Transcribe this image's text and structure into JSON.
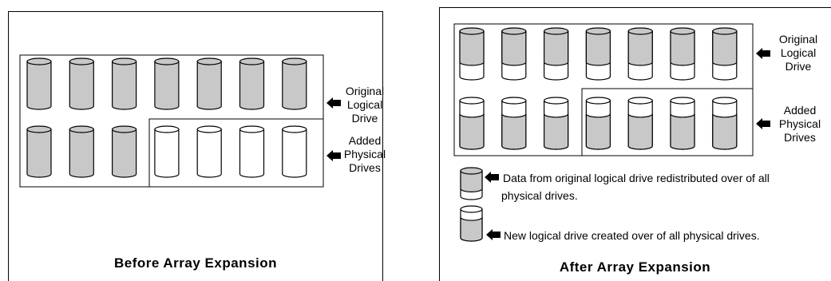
{
  "before": {
    "title": "Before Array Expansion",
    "original_label": [
      "Original",
      "Logical",
      "Drive"
    ],
    "added_label": [
      "Added",
      "Physical",
      "Drives"
    ]
  },
  "after": {
    "title": "After Array Expansion",
    "original_label": [
      "Original",
      "Logical",
      "Drive"
    ],
    "added_label": [
      "Added",
      "Physical",
      "Drives"
    ],
    "legend": {
      "item1_line1": "Data from original logical drive redistributed over of all",
      "item1_line2": "physical drives.",
      "item2": "New logical drive created over of all physical drives."
    }
  },
  "colors": {
    "drive_fill": "#c8c8c8",
    "drive_empty": "#ffffff",
    "outline": "#000000"
  }
}
